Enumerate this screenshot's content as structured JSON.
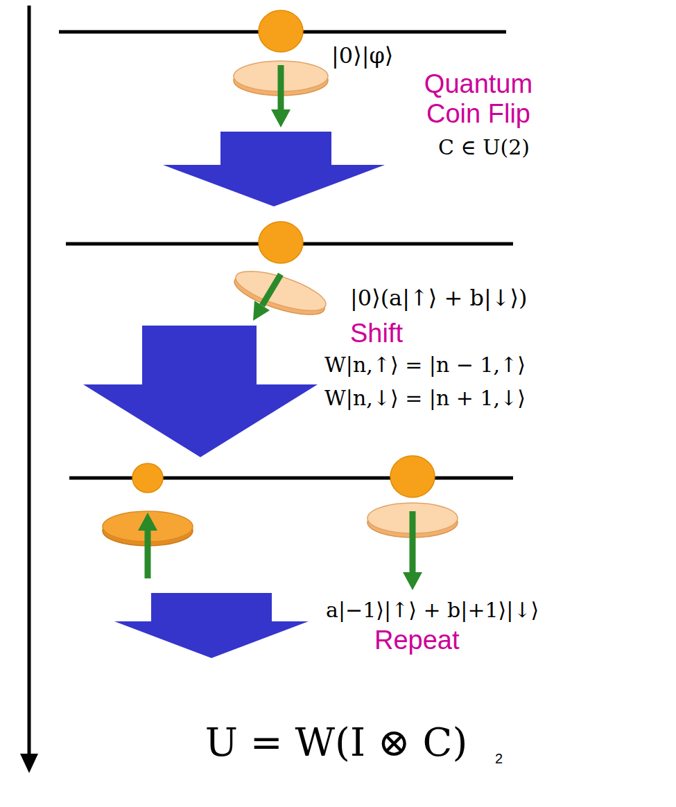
{
  "diagram": {
    "labels": [
      "|0⟩|φ⟩",
      "Quantum Coin Flip",
      "C ∈ U(2)",
      "|0⟩(a|↑⟩ + b|↓⟩)",
      "Shift",
      "W|n,↑⟩ = |n − 1,↑⟩",
      "W|n,↓⟩ = |n + 1,↓⟩",
      "a|−1⟩|↑⟩ + b|+1⟩|↓⟩",
      "Repeat",
      "U = W(I ⊗ C)",
      "2"
    ]
  }
}
